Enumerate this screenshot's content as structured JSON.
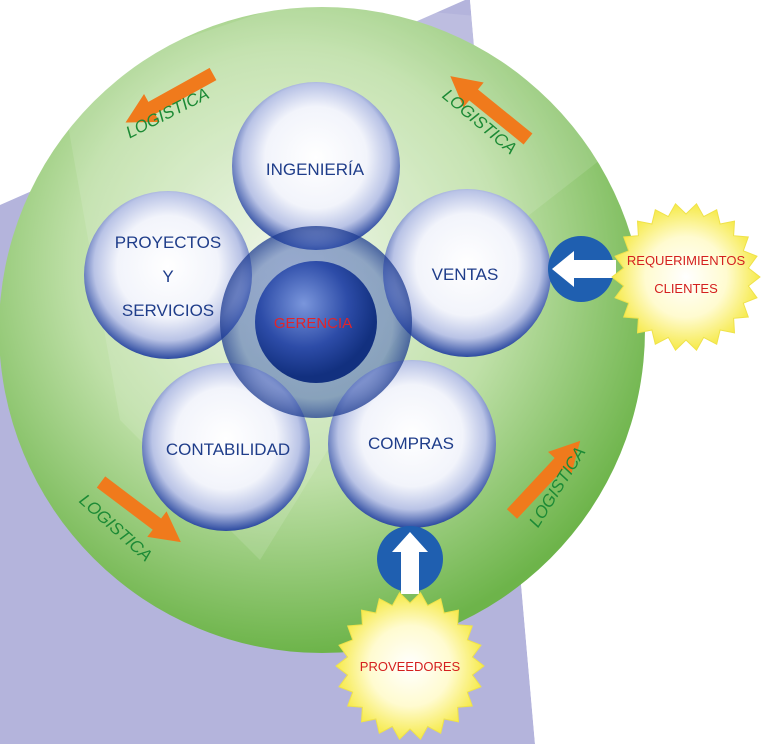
{
  "center": {
    "label": "GERENCIA",
    "color": "#e0242b"
  },
  "departments": {
    "ingenieria": "INGENIERÍA",
    "ventas": "VENTAS",
    "compras": "COMPRAS",
    "contabilidad": "CONTABILIDAD",
    "proyectos": {
      "line1": "PROYECTOS",
      "line2": "Y",
      "line3": "SERVICIOS"
    }
  },
  "inputs": {
    "clientes": {
      "line1": "REQUERIMIENTOS",
      "line2": "CLIENTES"
    },
    "proveedores": "PROVEEDORES"
  },
  "logistics_label": "LOGISTICA",
  "colors": {
    "department_text": "#1f3d8a",
    "input_text": "#d4201f",
    "logistics_text": "#1c8a35",
    "logistics_arrow": "#f07a1c",
    "outer_circle": "#8cc86a",
    "background_band": "#b4b4dc"
  }
}
